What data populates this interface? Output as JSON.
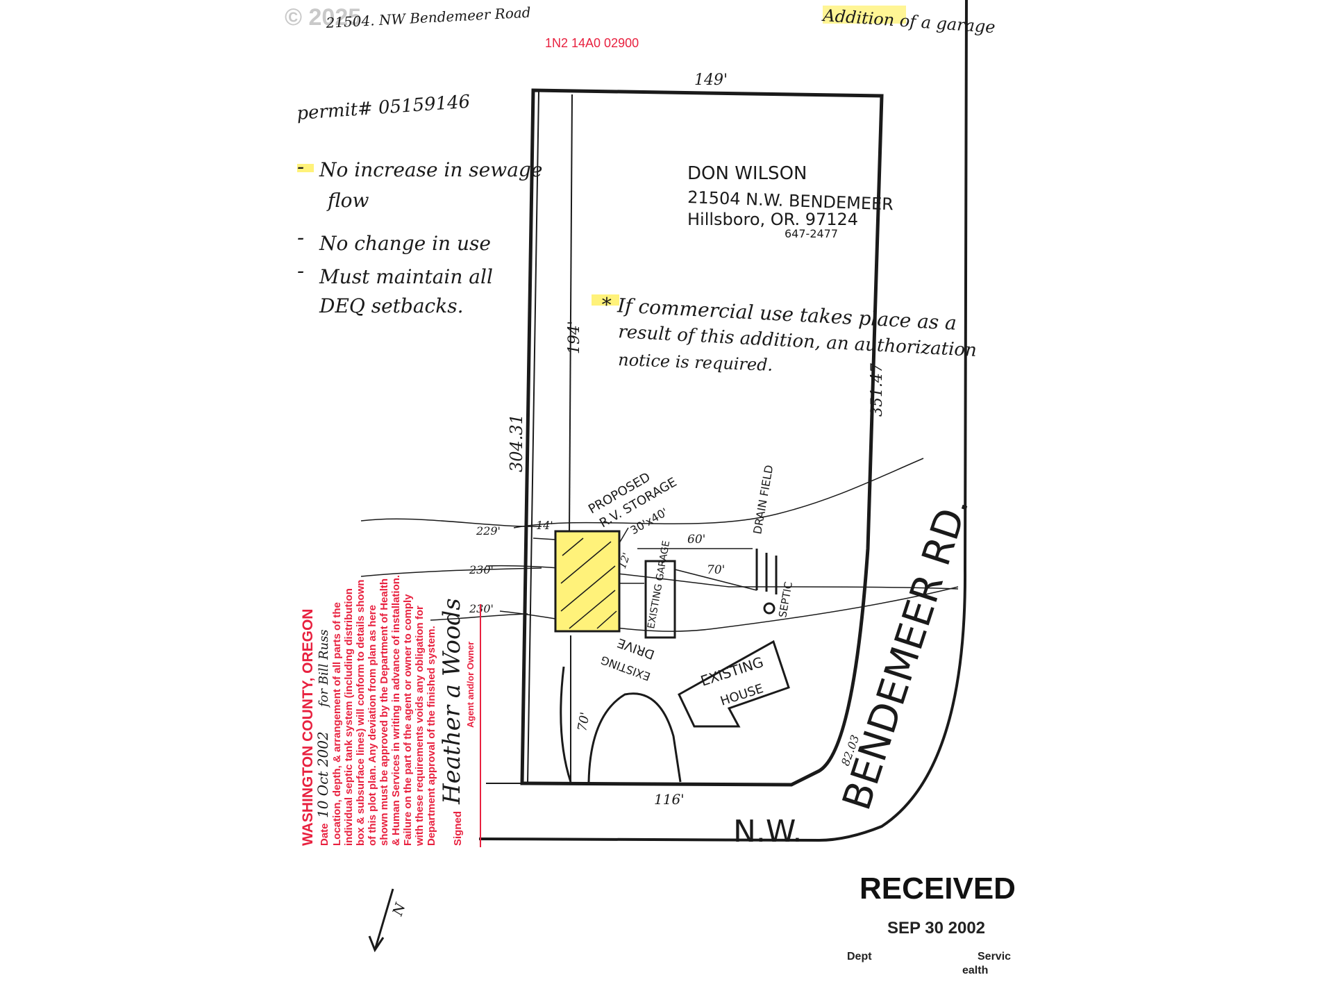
{
  "watermark": "© 2025",
  "header": {
    "address_top": "21504. NW Bendemeer Road",
    "parcel_id": "1N2 14A0 02900",
    "purpose": "Addition of a garage"
  },
  "permit": "permit# 05159146",
  "conditions": [
    "No increase in sewage",
    "flow",
    "No change in use",
    "Must maintain all",
    "DEQ setbacks."
  ],
  "owner": {
    "name": "DON WILSON",
    "address": "21504 N.W. BENDEMEER",
    "city": "Hillsboro, OR. 97124",
    "phone": "647-2477"
  },
  "note": [
    "* If commercial use takes place as a",
    "result of this addition, an authorization",
    "notice is required."
  ],
  "dimensions": {
    "top": "149'",
    "left": "304.31",
    "right": "351.47",
    "depth": "194'",
    "bottom": "116'",
    "curve": "82.03",
    "side_setback": "14'",
    "gap": "12'",
    "to_drainfield": "60'",
    "to_septic": "70'",
    "front": "70'"
  },
  "contours": [
    "229'",
    "230'",
    "230'"
  ],
  "labels": {
    "proposed": "PROPOSED",
    "rv_storage": "R.V. STORAGE",
    "size": "30'x40'",
    "existing_garage": "EXISTING GARAGE",
    "drain_field": "DRAIN FIELD",
    "septic": "SEPTIC",
    "existing_house_1": "EXISTING",
    "existing_house_2": "HOUSE",
    "existing_drive_1": "EXISTING",
    "existing_drive_2": "DRIVE",
    "road_prefix": "N.W.",
    "road_name": "BENDEMEER RD."
  },
  "county_stamp": {
    "title": "WASHINGTON COUNTY, OREGON",
    "date_label": "Date",
    "date_value": "10 Oct 2002",
    "for_name": "for Bill Russ",
    "body": [
      "Location, depth, & arrangement of all parts of the",
      "individual septic tank system (including distribution",
      "box & subsurface lines) will conform to details shown",
      "of this plot plan. Any deviation from plan as here",
      "shown must be approved by the Department of Health",
      "& Human Services in writing in advance of installation.",
      "Failure on the part of the agent or owner to comply",
      "with these requirements voids any obligation for",
      "Department approval of the finished system."
    ],
    "signed_label": "Signed",
    "signature": "Heather a Woods",
    "agent_label": "Agent and/or Owner"
  },
  "received_stamp": {
    "title": "RECEIVED",
    "date": "SEP 30 2002",
    "dept": "Dept",
    "services": "Servic",
    "health": "ealth"
  },
  "north": "N",
  "colors": {
    "ink": "#1a1a1a",
    "stamp_red": "#e8213f",
    "highlight": "#fff27a"
  }
}
